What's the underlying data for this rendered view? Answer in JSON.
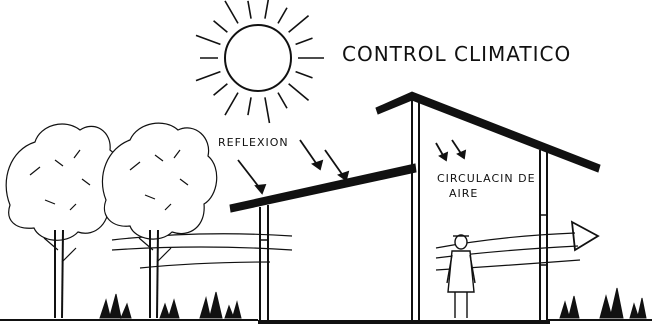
{
  "title": "CONTROL CLIMATICO",
  "labels": {
    "reflection": "REFLEXION",
    "circulation_line1": "CIRCULACIN DE",
    "circulation_line2": "AIRE"
  },
  "colors": {
    "ink": "#111111",
    "background": "#ffffff"
  }
}
